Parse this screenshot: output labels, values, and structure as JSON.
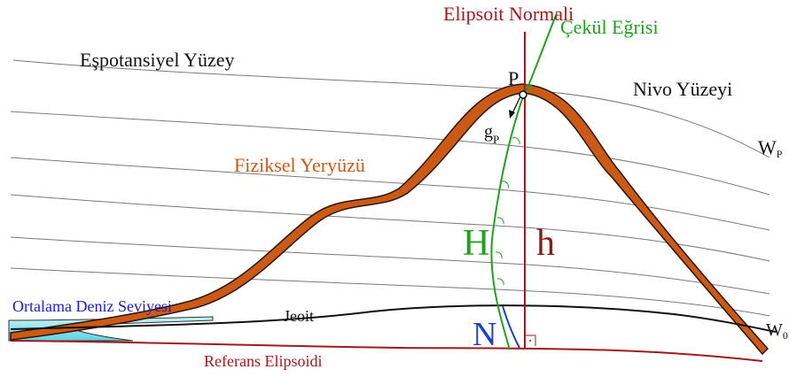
{
  "labels": {
    "ellipsoid_normal": "Elipsoit Normali",
    "plumb_line": "Çekül Eğrisi",
    "equipotential_surface": "Eşpotansiyel Yüzey",
    "level_surface": "Nivo Yüzeyi",
    "point_p": "P",
    "gravity_vector": "g",
    "gravity_subscript": "P",
    "wp": "W",
    "wp_subscript": "P",
    "w0": "W",
    "w0_subscript": "0",
    "physical_surface": "Fiziksel Yeryüzü",
    "orthometric_height": "H",
    "ellipsoidal_height": "h",
    "mean_sea_level": "Ortalama Deniz Seviyesi",
    "geoid": "Jeoit",
    "geoid_undulation": "N",
    "reference_ellipsoid": "Referans Elipsoidi"
  },
  "colors": {
    "ellipsoid": "#a3191c",
    "plumb": "#22a022",
    "terrain_fill": "#cc5a17",
    "terrain_stroke": "#2b1408",
    "geoid": "#111111",
    "level_lines": "#777777",
    "sea": "#7fdde8",
    "sea_label": "#1c1ccc",
    "undulation": "#1c3fd0"
  }
}
